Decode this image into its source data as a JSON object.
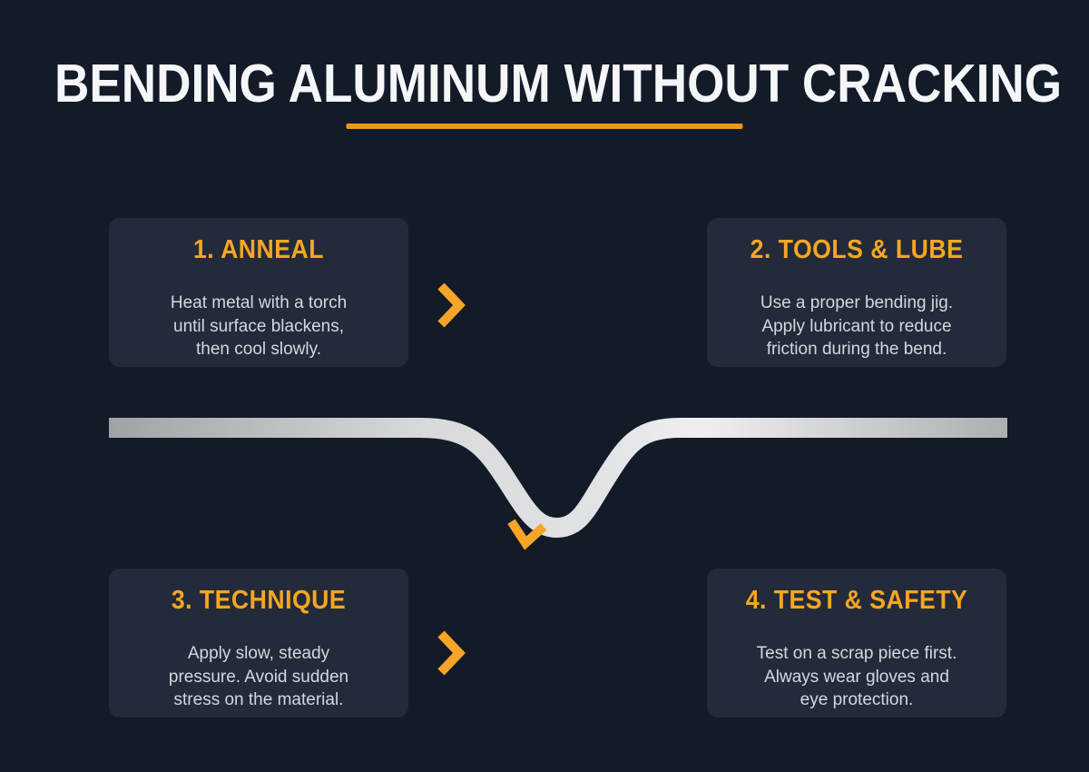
{
  "title": {
    "text": "BENDING ALUMINUM WITHOUT CRACKING"
  },
  "steps": [
    {
      "heading": "1. ANNEAL",
      "body": "Heat metal with a torch\nuntil surface blackens,\nthen cool slowly."
    },
    {
      "heading": "2. TOOLS & LUBE",
      "body": "Use a proper bending jig.\nApply lubricant to reduce\nfriction during the bend."
    },
    {
      "heading": "3. TECHNIQUE",
      "body": "Apply slow, steady\npressure. Avoid sudden\nstress on the material."
    },
    {
      "heading": "4. TEST & SAFETY",
      "body": "Test on a scrap piece first.\nAlways wear gloves and\neye protection."
    }
  ],
  "icons": {
    "step_connector": "chevron-right-icon",
    "bend_point_marker": "chevron-down-icon"
  },
  "graphic": {
    "name": "bent-aluminum-sheet",
    "description_colors": [
      "#A0A2A5",
      "#E2E3E4",
      "#ACAEB0"
    ]
  },
  "colors": {
    "background": "#131A28",
    "card": "#232B3A",
    "accent_orange": "#F5A623",
    "underline_orange": "#E8991C",
    "chevron_orange": "#F8A428",
    "title_text": "#F4F6F8",
    "body_text": "#D3D7DE"
  }
}
